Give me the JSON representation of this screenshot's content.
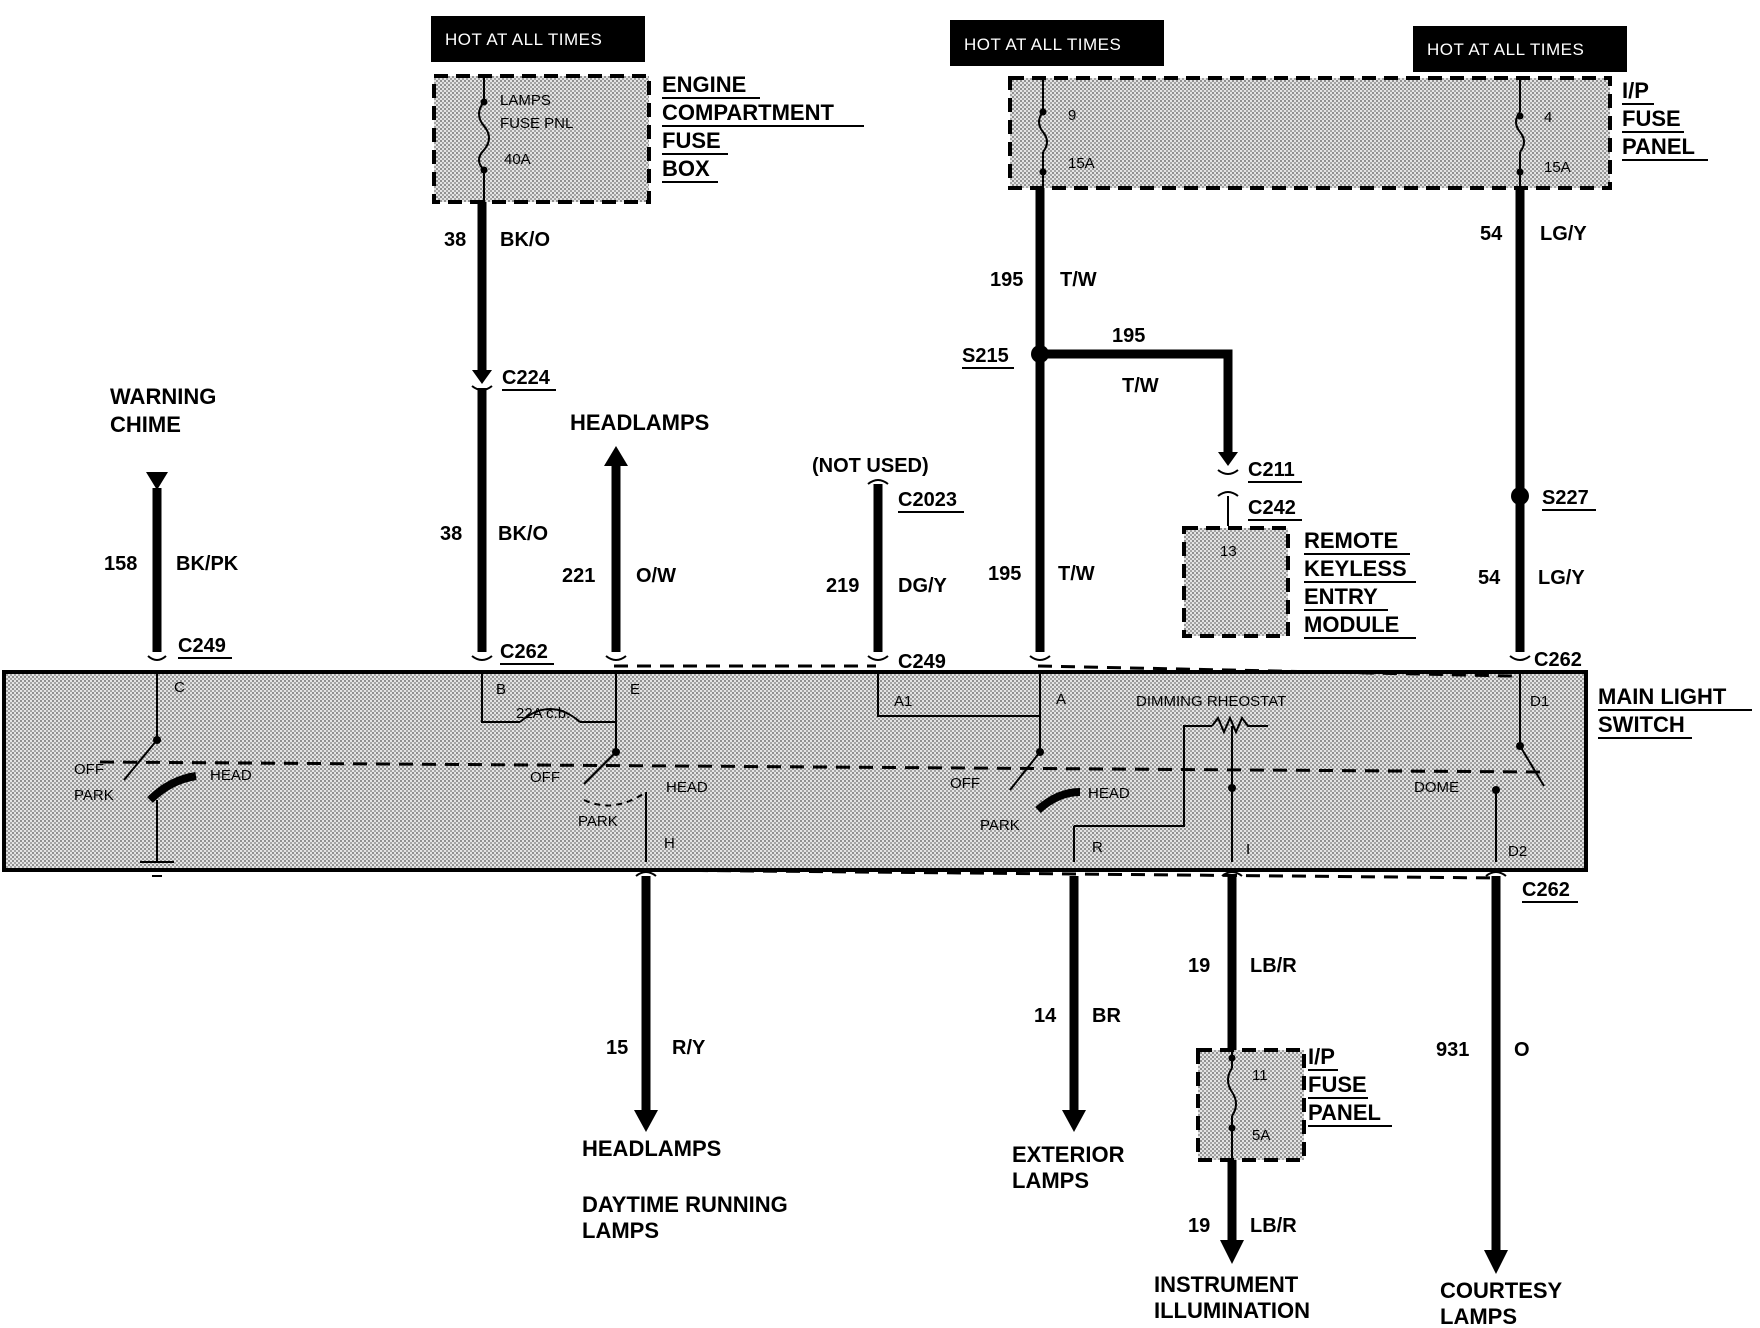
{
  "hot_labels": [
    "HOT AT ALL TIMES",
    "HOT AT ALL TIMES",
    "HOT AT ALL TIMES"
  ],
  "engine_fuse_box": {
    "title_lines": [
      "ENGINE",
      "COMPARTMENT",
      "FUSE",
      "BOX"
    ],
    "fuse_lines": [
      "LAMPS",
      "FUSE PNL",
      "40A"
    ]
  },
  "ip_fuse_panel_top": {
    "title_lines": [
      "I/P",
      "FUSE",
      "PANEL"
    ],
    "fuse_left": {
      "number": "9",
      "rating": "15A"
    },
    "fuse_right": {
      "number": "4",
      "rating": "15A"
    }
  },
  "ip_fuse_panel_bottom": {
    "title_lines": [
      "I/P",
      "FUSE",
      "PANEL"
    ],
    "fuse": {
      "number": "11",
      "rating": "5A"
    }
  },
  "remote_keyless": {
    "title_lines": [
      "REMOTE",
      "KEYLESS",
      "ENTRY",
      "MODULE"
    ],
    "pin": "13"
  },
  "main_light_switch": {
    "title_lines": [
      "MAIN LIGHT",
      "SWITCH"
    ],
    "dimming_label": "DIMMING RHEOSTAT",
    "cb_label": "22A c.b.",
    "pins": [
      "C",
      "B",
      "E",
      "A1",
      "A",
      "D1",
      "H",
      "R",
      "I",
      "D2"
    ],
    "positions": [
      "OFF",
      "PARK",
      "HEAD",
      "OFF",
      "PARK",
      "HEAD",
      "OFF",
      "PARK",
      "HEAD",
      "DOME"
    ]
  },
  "connectors": [
    "C224",
    "C249",
    "C262",
    "C249",
    "C2023",
    "C211",
    "C242",
    "C262",
    "C262"
  ],
  "splices": [
    "S215",
    "S227"
  ],
  "circuits": [
    {
      "id": "38",
      "color": "BK/O"
    },
    {
      "id": "38",
      "color": "BK/O"
    },
    {
      "id": "158",
      "color": "BK/PK"
    },
    {
      "id": "221",
      "color": "O/W"
    },
    {
      "id": "219",
      "color": "DG/Y"
    },
    {
      "id": "195",
      "color": "T/W"
    },
    {
      "id": "195",
      "color": "T/W"
    },
    {
      "id": "195",
      "color": "T/W"
    },
    {
      "id": "54",
      "color": "LG/Y"
    },
    {
      "id": "54",
      "color": "LG/Y"
    },
    {
      "id": "15",
      "color": "R/Y"
    },
    {
      "id": "14",
      "color": "BR"
    },
    {
      "id": "19",
      "color": "LB/R"
    },
    {
      "id": "19",
      "color": "LB/R"
    },
    {
      "id": "931",
      "color": "O"
    }
  ],
  "destinations": {
    "warning_chime": [
      "WARNING",
      "CHIME"
    ],
    "headlamps_top": "HEADLAMPS",
    "not_used": "(NOT USED)",
    "headlamps_bottom": "HEADLAMPS",
    "drl": [
      "DAYTIME RUNNING",
      "LAMPS"
    ],
    "exterior": [
      "EXTERIOR",
      "LAMPS"
    ],
    "instrument": [
      "INSTRUMENT",
      "ILLUMINATION"
    ],
    "courtesy": [
      "COURTESY",
      "LAMPS"
    ]
  }
}
